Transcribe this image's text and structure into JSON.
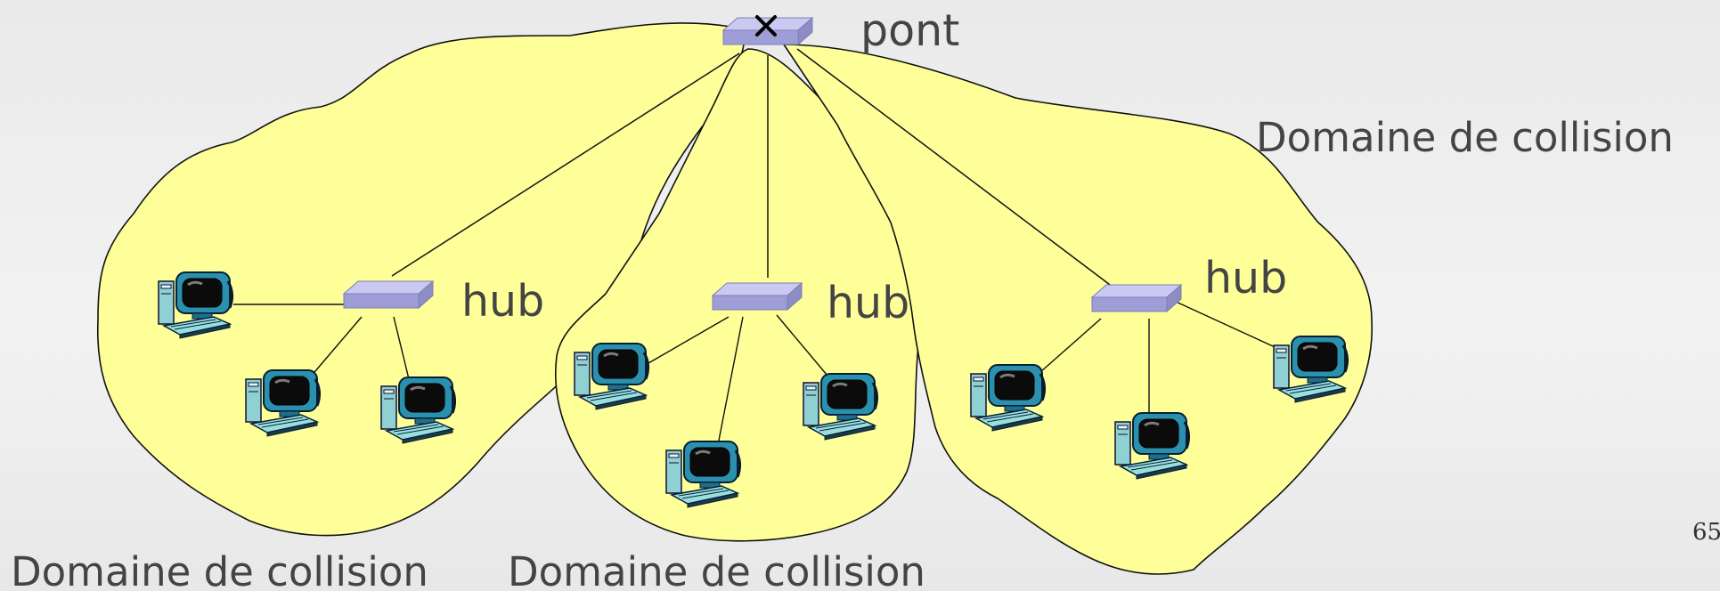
{
  "bridge": {
    "label": "pont"
  },
  "hubs": [
    {
      "label": "hub"
    },
    {
      "label": "hub"
    },
    {
      "label": "hub"
    }
  ],
  "collision_domains": [
    {
      "label": "Domaine de collision"
    },
    {
      "label": "Domaine de collision"
    },
    {
      "label": "Domaine de collision"
    }
  ],
  "page_number": "65",
  "colors": {
    "domain_fill": "#ffff99",
    "device_face": "#c9c9f2",
    "device_side": "#8d8dc4",
    "device_front": "#9e9ed6",
    "label_text": "#444444"
  }
}
